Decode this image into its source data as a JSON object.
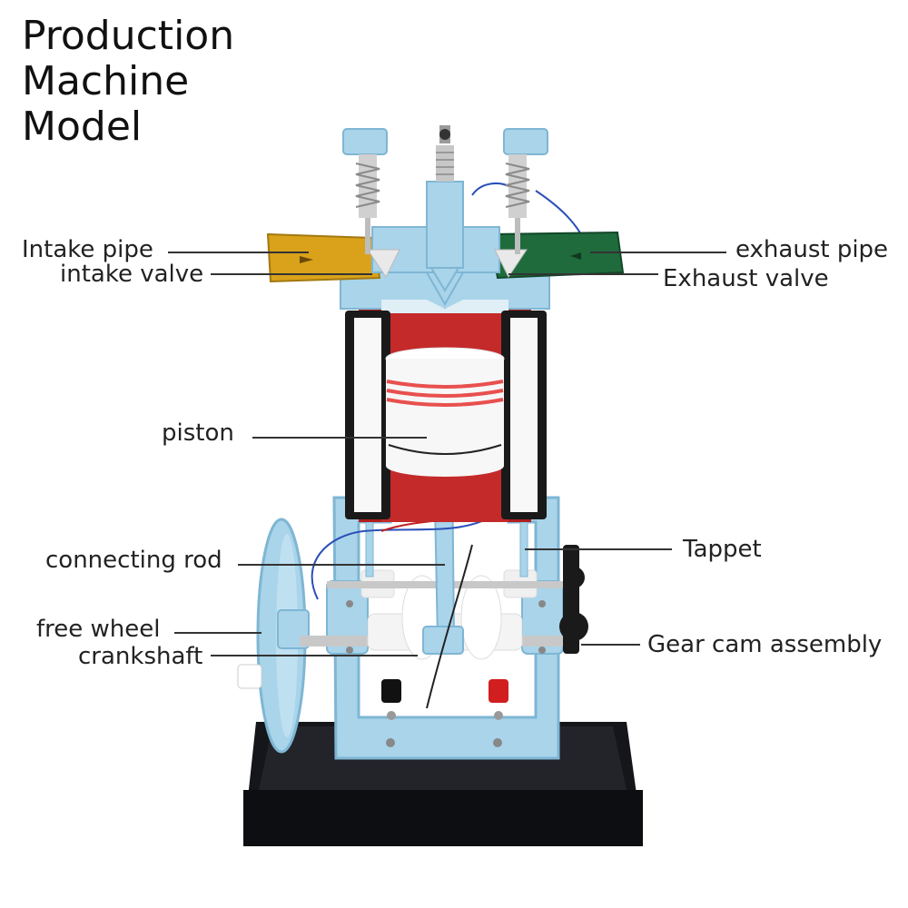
{
  "title": {
    "lines": [
      "Production",
      "Machine",
      "Model"
    ]
  },
  "labels": {
    "intake_pipe": "Intake pipe",
    "intake_valve": "intake valve",
    "exhaust_pipe": "exhaust pipe",
    "exhaust_valve": "Exhaust valve",
    "piston": "piston",
    "connecting_rod": "connecting rod",
    "tappet": "Tappet",
    "free_wheel": "free wheel",
    "crankshaft": "crankshaft",
    "gear_cam_assembly": "Gear cam assembly"
  },
  "colors": {
    "frame": "#a9d4ea",
    "frame_dark": "#7fb6d4",
    "cylinder_wall": "#b01f1f",
    "piston": "#f7f7f7",
    "piston_ring": "#e8504e",
    "intake_pipe": "#d9a21a",
    "exhaust_pipe": "#1f6b3c",
    "base": "#15161a",
    "leader_line": "#333333"
  }
}
